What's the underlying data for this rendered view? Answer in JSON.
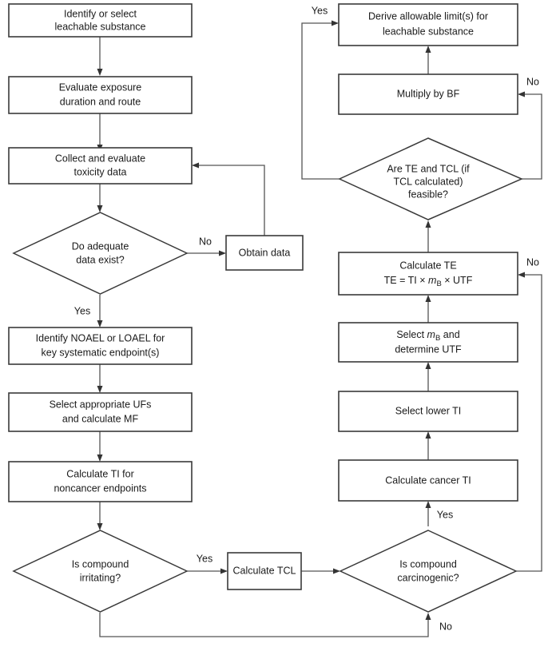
{
  "diagram": {
    "title": "Leachable substance toxicological risk assessment flowchart",
    "type": "flowchart",
    "colors": {
      "background": "#ffffff",
      "node_stroke": "#3a3a3a",
      "node_fill": "#ffffff",
      "edge_stroke": "#555555",
      "text": "#1a1a1a"
    }
  },
  "nodes": {
    "identify_substance": {
      "shape": "process",
      "line1": "Identify or select",
      "line2": "leachable substance"
    },
    "evaluate_exposure": {
      "shape": "process",
      "line1": "Evaluate exposure",
      "line2": "duration and route"
    },
    "collect_toxicity": {
      "shape": "process",
      "line1": "Collect and evaluate",
      "line2": "toxicity data"
    },
    "adequate_data": {
      "shape": "decision",
      "line1": "Do adequate",
      "line2": "data exist?"
    },
    "obtain_data": {
      "shape": "process",
      "line1": "Obtain data"
    },
    "identify_noael": {
      "shape": "process",
      "line1": "Identify NOAEL or LOAEL for",
      "line2": "key systematic endpoint(s)"
    },
    "select_ufs": {
      "shape": "process",
      "line1": "Select appropriate UFs",
      "line2": "and calculate MF"
    },
    "calculate_ti_noncancer": {
      "shape": "process",
      "line1": "Calculate TI for",
      "line2": "noncancer endpoints"
    },
    "is_irritating": {
      "shape": "decision",
      "line1": "Is compound",
      "line2": "irritating?"
    },
    "calculate_tcl": {
      "shape": "process",
      "line1": "Calculate TCL"
    },
    "is_carcinogenic": {
      "shape": "decision",
      "line1": "Is compound",
      "line2": "carcinogenic?"
    },
    "calculate_cancer_ti": {
      "shape": "process",
      "line1": "Calculate cancer TI"
    },
    "select_lower_ti": {
      "shape": "process",
      "line1": "Select lower TI"
    },
    "select_mb": {
      "shape": "process",
      "line1_a": "Select ",
      "line1_m": "m",
      "line1_sub": "B",
      "line1_b": " and",
      "line2": "determine UTF"
    },
    "calculate_te": {
      "shape": "process",
      "line1": "Calculate TE",
      "line2_a": "TE = TI × ",
      "line2_m": "m",
      "line2_sub": "B",
      "line2_b": " × UTF"
    },
    "te_tcl_feasible": {
      "shape": "decision",
      "line1": "Are TE and TCL (if",
      "line2": "TCL calculated)",
      "line3": "feasible?"
    },
    "multiply_bf": {
      "shape": "process",
      "line1": "Multiply by BF"
    },
    "derive_limits": {
      "shape": "process",
      "line1": "Derive allowable limit(s) for",
      "line2": "leachable substance"
    }
  },
  "edge_labels": {
    "adequate_data_no": "No",
    "adequate_data_yes": "Yes",
    "irritating_yes": "Yes",
    "carcinogenic_yes": "Yes",
    "carcinogenic_no": "No",
    "carcinogenic_no_right": "No",
    "feasible_no": "No",
    "feasible_yes": "Yes"
  }
}
